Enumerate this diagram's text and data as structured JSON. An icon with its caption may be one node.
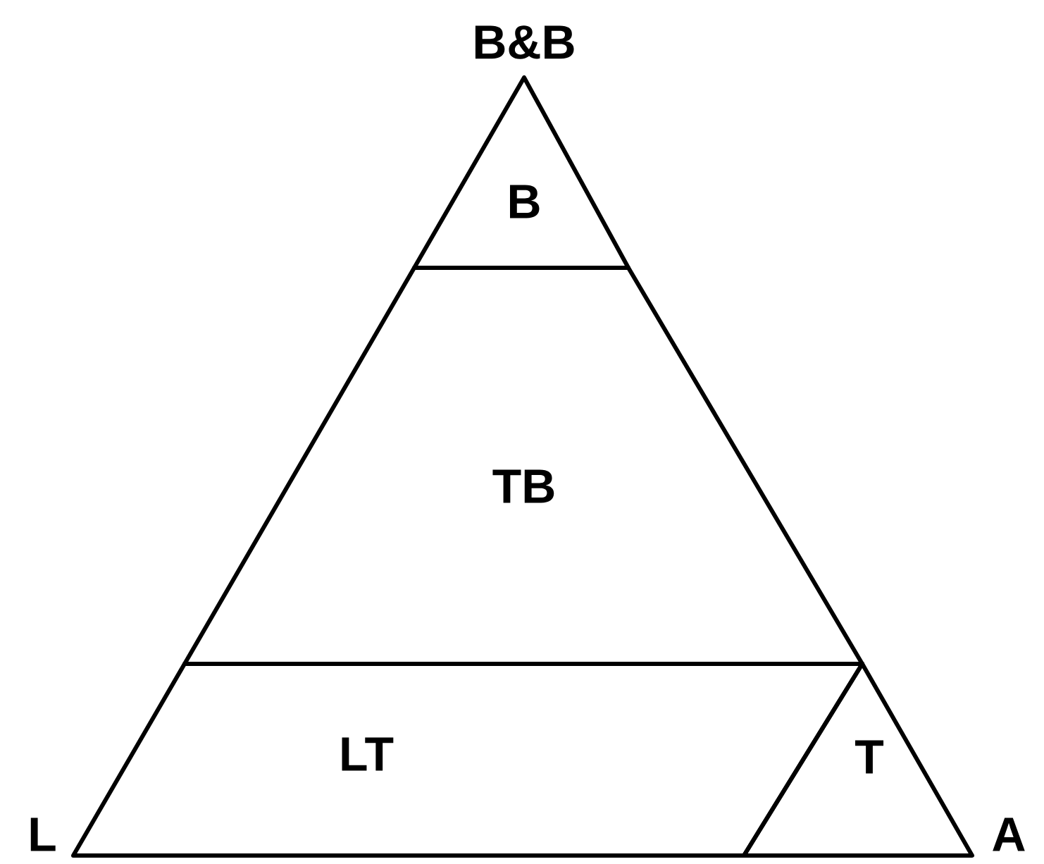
{
  "diagram": {
    "nodes": [
      {
        "text": [
          "B"
        ]
      },
      {
        "text": [
          "TB"
        ]
      },
      {
        "text": [
          "LT"
        ]
      },
      {
        "text": [
          "T"
        ]
      }
    ],
    "labels": [
      "B&B",
      "L",
      "A"
    ]
  }
}
